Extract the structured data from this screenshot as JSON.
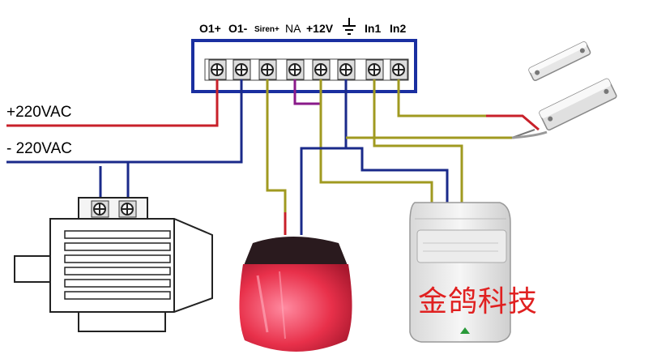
{
  "terminal_labels": {
    "o1_plus": "O1+",
    "o1_minus": "O1-",
    "siren_plus": "Siren+",
    "na": "NA",
    "plus_12v": "+12V",
    "ground": "⏚",
    "in1": "In1",
    "in2": "In2"
  },
  "power_labels": {
    "line_plus": "+220VAC",
    "line_minus": "- 220VAC"
  },
  "watermark": "金鸽科技",
  "colors": {
    "terminal_block_border": "#1a2fa0",
    "wire_red": "#c8202a",
    "wire_blue": "#1a2a8a",
    "wire_olive": "#a09a20",
    "wire_purple": "#8a1a8a",
    "watermark": "#e02020"
  },
  "icons": [
    "terminal-screw-icon",
    "motor-icon",
    "siren-lamp-icon",
    "pir-sensor-icon",
    "door-contact-icon",
    "ground-icon"
  ]
}
